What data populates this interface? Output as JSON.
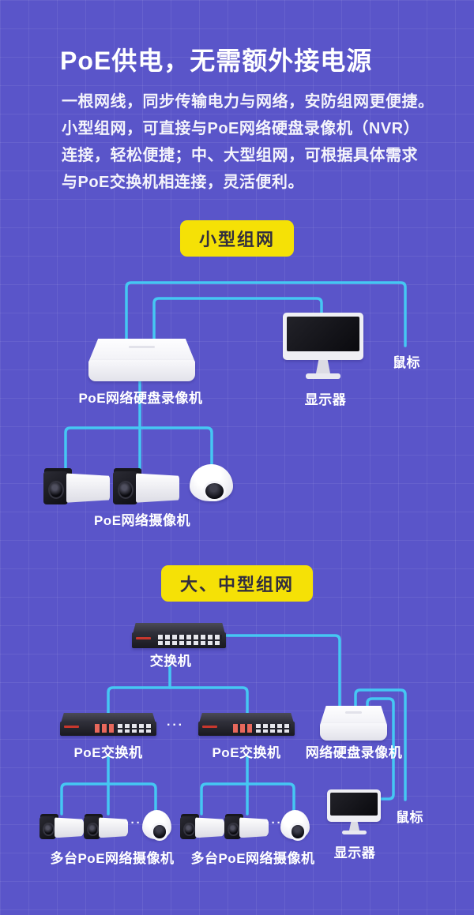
{
  "page": {
    "bg_color": "#5A55C9",
    "line_color": "#45C7F3",
    "badge_color": "#F5E106",
    "badge_text_color": "#322E3E",
    "text_color": "#FFFFFF"
  },
  "header": {
    "title": "PoE供电，无需额外接电源",
    "body_lines": [
      "一根网线，同步传输电力与网络，安防组网更便捷。",
      "小型组网，可直接与PoE网络硬盘录像机（NVR）",
      "连接，轻松便捷；中、大型组网，可根据具体需求",
      "与PoE交换机相连接，灵活便利。"
    ]
  },
  "sections": {
    "small": {
      "badge": "小型组网",
      "labels": {
        "nvr": "PoE网络硬盘录像机",
        "monitor": "显示器",
        "mouse": "鼠标",
        "cameras": "PoE网络摄像机"
      }
    },
    "large": {
      "badge": "大、中型组网",
      "labels": {
        "core_switch": "交换机",
        "nvr": "网络硬盘录像机",
        "monitor": "显示器",
        "mouse": "鼠标"
      },
      "poe_switches": [
        "PoE交换机",
        "PoE交换机"
      ],
      "camera_groups": [
        "多台PoE网络摄像机",
        "多台PoE网络摄像机"
      ],
      "ellipsis": {
        "switches": "···",
        "cameras_1": "···",
        "cameras_2": "···"
      }
    }
  }
}
